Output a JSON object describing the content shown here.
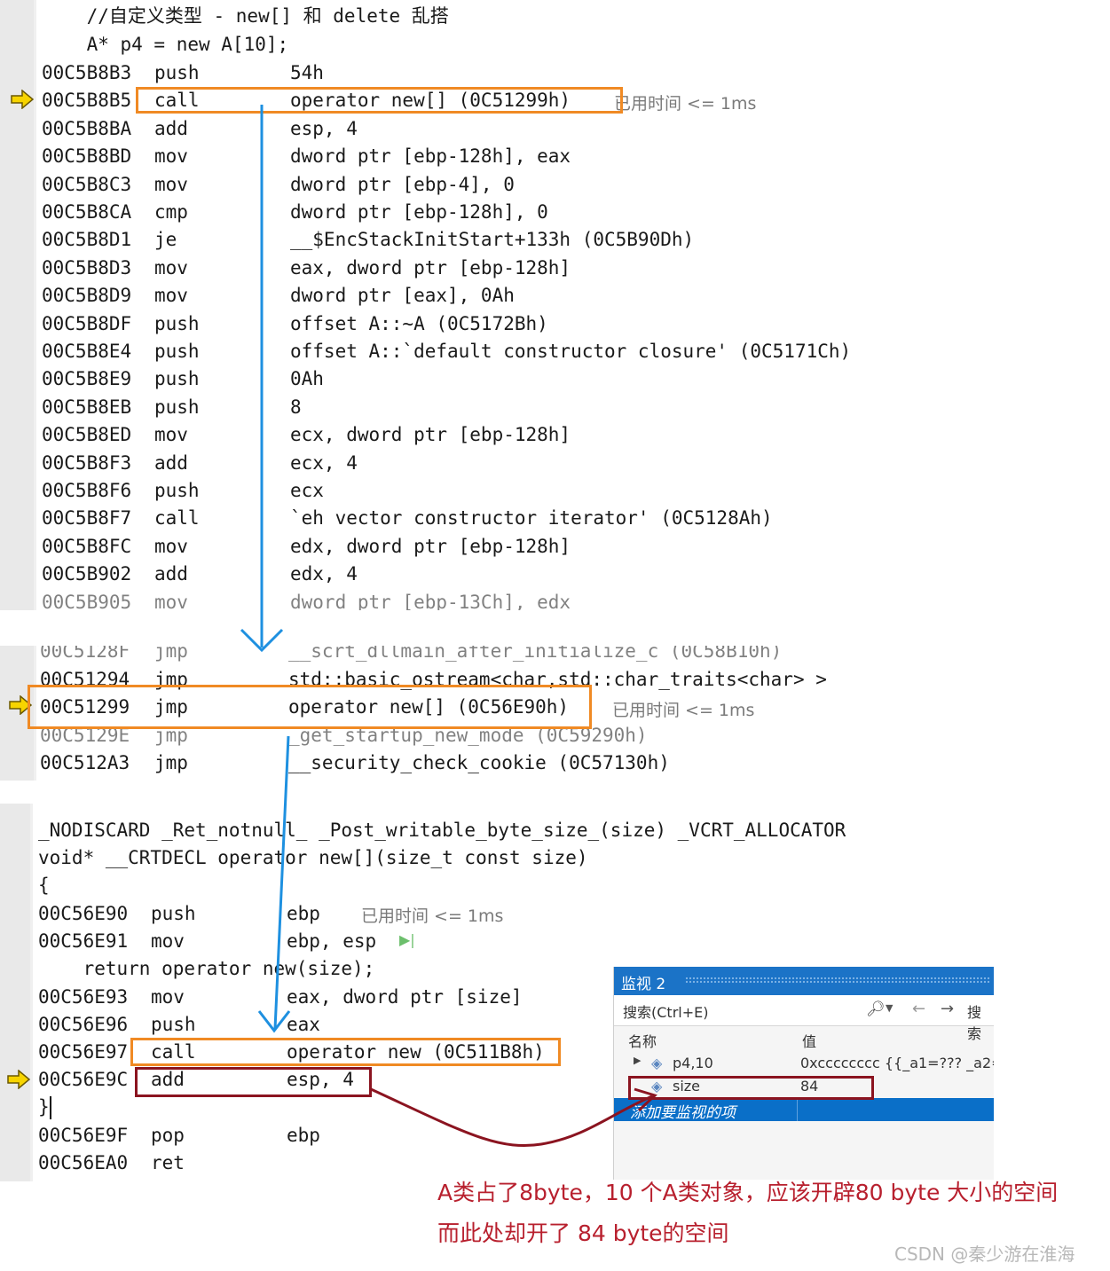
{
  "panel1": {
    "source_lines": [
      "    //自定义类型 - new[] 和 delete 乱搭",
      "    A* p4 = new A[10];"
    ],
    "rows": [
      {
        "addr": "00C5B8B3",
        "mnem": "push",
        "ops": "54h"
      },
      {
        "addr": "00C5B8B5",
        "mnem": "call",
        "ops": "operator new[] (0C51299h)"
      },
      {
        "addr": "00C5B8BA",
        "mnem": "add",
        "ops": "esp, 4"
      },
      {
        "addr": "00C5B8BD",
        "mnem": "mov",
        "ops": "dword ptr [ebp-128h], eax"
      },
      {
        "addr": "00C5B8C3",
        "mnem": "mov",
        "ops": "dword ptr [ebp-4], 0"
      },
      {
        "addr": "00C5B8CA",
        "mnem": "cmp",
        "ops": "dword ptr [ebp-128h], 0"
      },
      {
        "addr": "00C5B8D1",
        "mnem": "je",
        "ops": "__$EncStackInitStart+133h (0C5B90Dh)"
      },
      {
        "addr": "00C5B8D3",
        "mnem": "mov",
        "ops": "eax, dword ptr [ebp-128h]"
      },
      {
        "addr": "00C5B8D9",
        "mnem": "mov",
        "ops": "dword ptr [eax], 0Ah"
      },
      {
        "addr": "00C5B8DF",
        "mnem": "push",
        "ops": "offset A::~A (0C5172Bh)"
      },
      {
        "addr": "00C5B8E4",
        "mnem": "push",
        "ops": "offset A::`default constructor closure' (0C5171Ch)"
      },
      {
        "addr": "00C5B8E9",
        "mnem": "push",
        "ops": "0Ah"
      },
      {
        "addr": "00C5B8EB",
        "mnem": "push",
        "ops": "8"
      },
      {
        "addr": "00C5B8ED",
        "mnem": "mov",
        "ops": "ecx, dword ptr [ebp-128h]"
      },
      {
        "addr": "00C5B8F3",
        "mnem": "add",
        "ops": "ecx, 4"
      },
      {
        "addr": "00C5B8F6",
        "mnem": "push",
        "ops": "ecx"
      },
      {
        "addr": "00C5B8F7",
        "mnem": "call",
        "ops": "`eh vector constructor iterator' (0C5128Ah)"
      },
      {
        "addr": "00C5B8FC",
        "mnem": "mov",
        "ops": "edx, dword ptr [ebp-128h]"
      },
      {
        "addr": "00C5B902",
        "mnem": "add",
        "ops": "edx, 4"
      },
      {
        "addr": "00C5B905",
        "mnem": "mov",
        "ops": "dword ptr [ebp-13Ch], edx"
      }
    ],
    "perf": "已用时间 <= 1ms"
  },
  "panel2": {
    "rows": [
      {
        "addr": "00C5128F",
        "mnem": "jmp",
        "ops": "__scrt_dllmain_after_initialize_c (0C58B10h)"
      },
      {
        "addr": "00C51294",
        "mnem": "jmp",
        "ops": "std::basic_ostream<char,std::char_traits<char> >"
      },
      {
        "addr": "00C51299",
        "mnem": "jmp",
        "ops": "operator new[] (0C56E90h)"
      },
      {
        "addr": "00C5129E",
        "mnem": "jmp",
        "ops": "_get_startup_new_mode (0C59290h)"
      },
      {
        "addr": "00C512A3",
        "mnem": "jmp",
        "ops": "__security_check_cookie (0C57130h)"
      }
    ],
    "perf": "已用时间 <= 1ms"
  },
  "panel3": {
    "header_lines": [
      "_NODISCARD _Ret_notnull_ _Post_writable_byte_size_(size) _VCRT_ALLOCATOR",
      "void* __CRTDECL operator new[](size_t const size)",
      "{"
    ],
    "rows_a": [
      {
        "addr": "00C56E90",
        "mnem": "push",
        "ops": "ebp"
      },
      {
        "addr": "00C56E91",
        "mnem": "mov",
        "ops": "ebp, esp"
      }
    ],
    "return_line": "    return operator new(size);",
    "rows_b": [
      {
        "addr": "00C56E93",
        "mnem": "mov",
        "ops": "eax, dword ptr [size]"
      },
      {
        "addr": "00C56E96",
        "mnem": "push",
        "ops": "eax"
      },
      {
        "addr": "00C56E97",
        "mnem": "call",
        "ops": "operator new (0C511B8h)"
      },
      {
        "addr": "00C56E9C",
        "mnem": "add",
        "ops": "esp, 4"
      }
    ],
    "close_brace": "}",
    "rows_c": [
      {
        "addr": "00C56E9F",
        "mnem": "pop",
        "ops": "ebp"
      },
      {
        "addr": "00C56EA0",
        "mnem": "ret",
        "ops": ""
      }
    ],
    "perf": "已用时间 <= 1ms"
  },
  "watch": {
    "title": "监视 2",
    "search_placeholder": "搜索(Ctrl+E)",
    "search_depth_label": "搜索",
    "col_name": "名称",
    "col_value": "值",
    "rows": [
      {
        "name": "p4,10",
        "value": "0xcccccccc {{_a1=??? _a2="
      },
      {
        "name": "size",
        "value": "84"
      }
    ],
    "add_item": "添加要监视的项"
  },
  "annotation": {
    "line1": "A类占了8byte，10 个A类对象，应该开辟80 byte 大小的空间",
    "line2": "而此处却开了 84 byte的空间"
  },
  "watermark": "CSDN @秦少游在淮海",
  "colors": {
    "orange_highlight": "#f08a24",
    "red_highlight": "#8b1420",
    "blue_arrow": "#1e90e0",
    "annotation_text": "#b8202e",
    "watch_title_bg": "#1b73c7",
    "watch_selected_bg": "#0a6fc8"
  }
}
